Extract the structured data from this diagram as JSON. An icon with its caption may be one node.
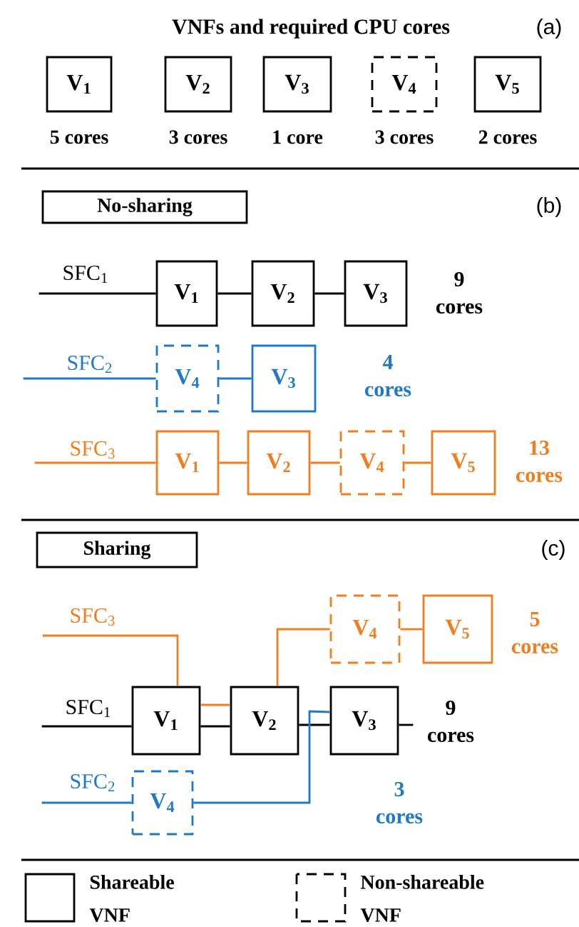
{
  "diagram": {
    "title": "VNFs and required CPU cores",
    "nodes": [
      {
        "text": [
          "V$_{1}$"
        ],
        "beside": [
          "5 cores"
        ]
      },
      {
        "text": [
          "V$_{2}$"
        ],
        "beside": [
          "3 cores"
        ]
      },
      {
        "text": [
          "V$_{3}$"
        ],
        "beside": [
          "1 core"
        ]
      },
      {
        "text": [
          "V$_{4}$"
        ],
        "beside": [
          "3 cores"
        ]
      },
      {
        "text": [
          "V$_{5}$"
        ],
        "beside": [
          "2 cores"
        ]
      },
      {
        "text": [
          "No-sharing"
        ]
      },
      {
        "text": [
          "V$_{1}$"
        ]
      },
      {
        "text": [
          "V$_{2}$"
        ]
      },
      {
        "text": [
          "V$_{3}$"
        ]
      },
      {
        "text": [
          "V$_{4}$"
        ]
      },
      {
        "text": [
          "V$_{3}$"
        ]
      },
      {
        "text": [
          "V$_{1}$"
        ]
      },
      {
        "text": [
          "V$_{2}$"
        ]
      },
      {
        "text": [
          "V$_{4}$"
        ]
      },
      {
        "text": [
          "V$_{5}$"
        ]
      },
      {
        "text": [
          "Sharing"
        ]
      },
      {
        "text": [
          "V$_{1}$"
        ]
      },
      {
        "text": [
          "V$_{2}$"
        ]
      },
      {
        "text": [
          "V$_{3}$"
        ]
      },
      {
        "text": [
          "V$_{4}$"
        ]
      },
      {
        "text": [
          "V$_{5}$"
        ]
      },
      {
        "text": [
          "V$_{4}$"
        ]
      }
    ],
    "edges": [
      {
        "from": null,
        "to": 6,
        "arrow": "none",
        "label": "SFC$_{1}$",
        "color": "#000000"
      },
      {
        "from": 6,
        "to": 7,
        "arrow": "none",
        "color": "#000000"
      },
      {
        "from": 7,
        "to": 8,
        "arrow": "none",
        "color": "#000000"
      },
      {
        "from": null,
        "to": 9,
        "arrow": "none",
        "label": "SFC$_{2}$",
        "color": "#1f78c8"
      },
      {
        "from": 9,
        "to": 10,
        "arrow": "none",
        "color": "#1f78c8"
      },
      {
        "from": null,
        "to": 11,
        "arrow": "none",
        "label": "SFC$_{3}$",
        "color": "#f07d1e"
      },
      {
        "from": 11,
        "to": 12,
        "arrow": "none",
        "color": "#f07d1e"
      },
      {
        "from": 12,
        "to": 13,
        "arrow": "none",
        "color": "#f07d1e"
      },
      {
        "from": 13,
        "to": 14,
        "arrow": "none",
        "color": "#f07d1e"
      },
      {
        "from": null,
        "to": 16,
        "arrow": "none",
        "label": "SFC$_{3}$",
        "color": "#f07d1e"
      },
      {
        "from": null,
        "to": 16,
        "arrow": "none",
        "label": "SFC$_{1}$",
        "color": "#000000"
      },
      {
        "from": 16,
        "to": 17,
        "arrow": "none",
        "color": "#000000"
      },
      {
        "from": 16,
        "to": 17,
        "arrow": "none",
        "color": "#f07d1e"
      },
      {
        "from": 17,
        "to": 18,
        "arrow": "none",
        "color": "#000000"
      },
      {
        "from": 18,
        "to": null,
        "arrow": "none",
        "color": "#000000"
      },
      {
        "from": 17,
        "to": 19,
        "arrow": "none",
        "color": "#f07d1e"
      },
      {
        "from": 19,
        "to": 20,
        "arrow": "none",
        "color": "#f07d1e"
      },
      {
        "from": null,
        "to": 21,
        "arrow": "none",
        "label": "SFC$_{2}$",
        "color": "#1f78c8"
      },
      {
        "from": 21,
        "to": 18,
        "arrow": "none",
        "color": "#1f78c8"
      }
    ],
    "labels": [
      "(a)",
      "(b)",
      "9 cores",
      "4 cores",
      "13 cores",
      "(c)",
      "5 cores",
      "9 cores",
      "3 cores"
    ],
    "legend": [
      {
        "text": "Shareable VNF"
      },
      {
        "text": "Non-shareable VNF"
      }
    ]
  }
}
